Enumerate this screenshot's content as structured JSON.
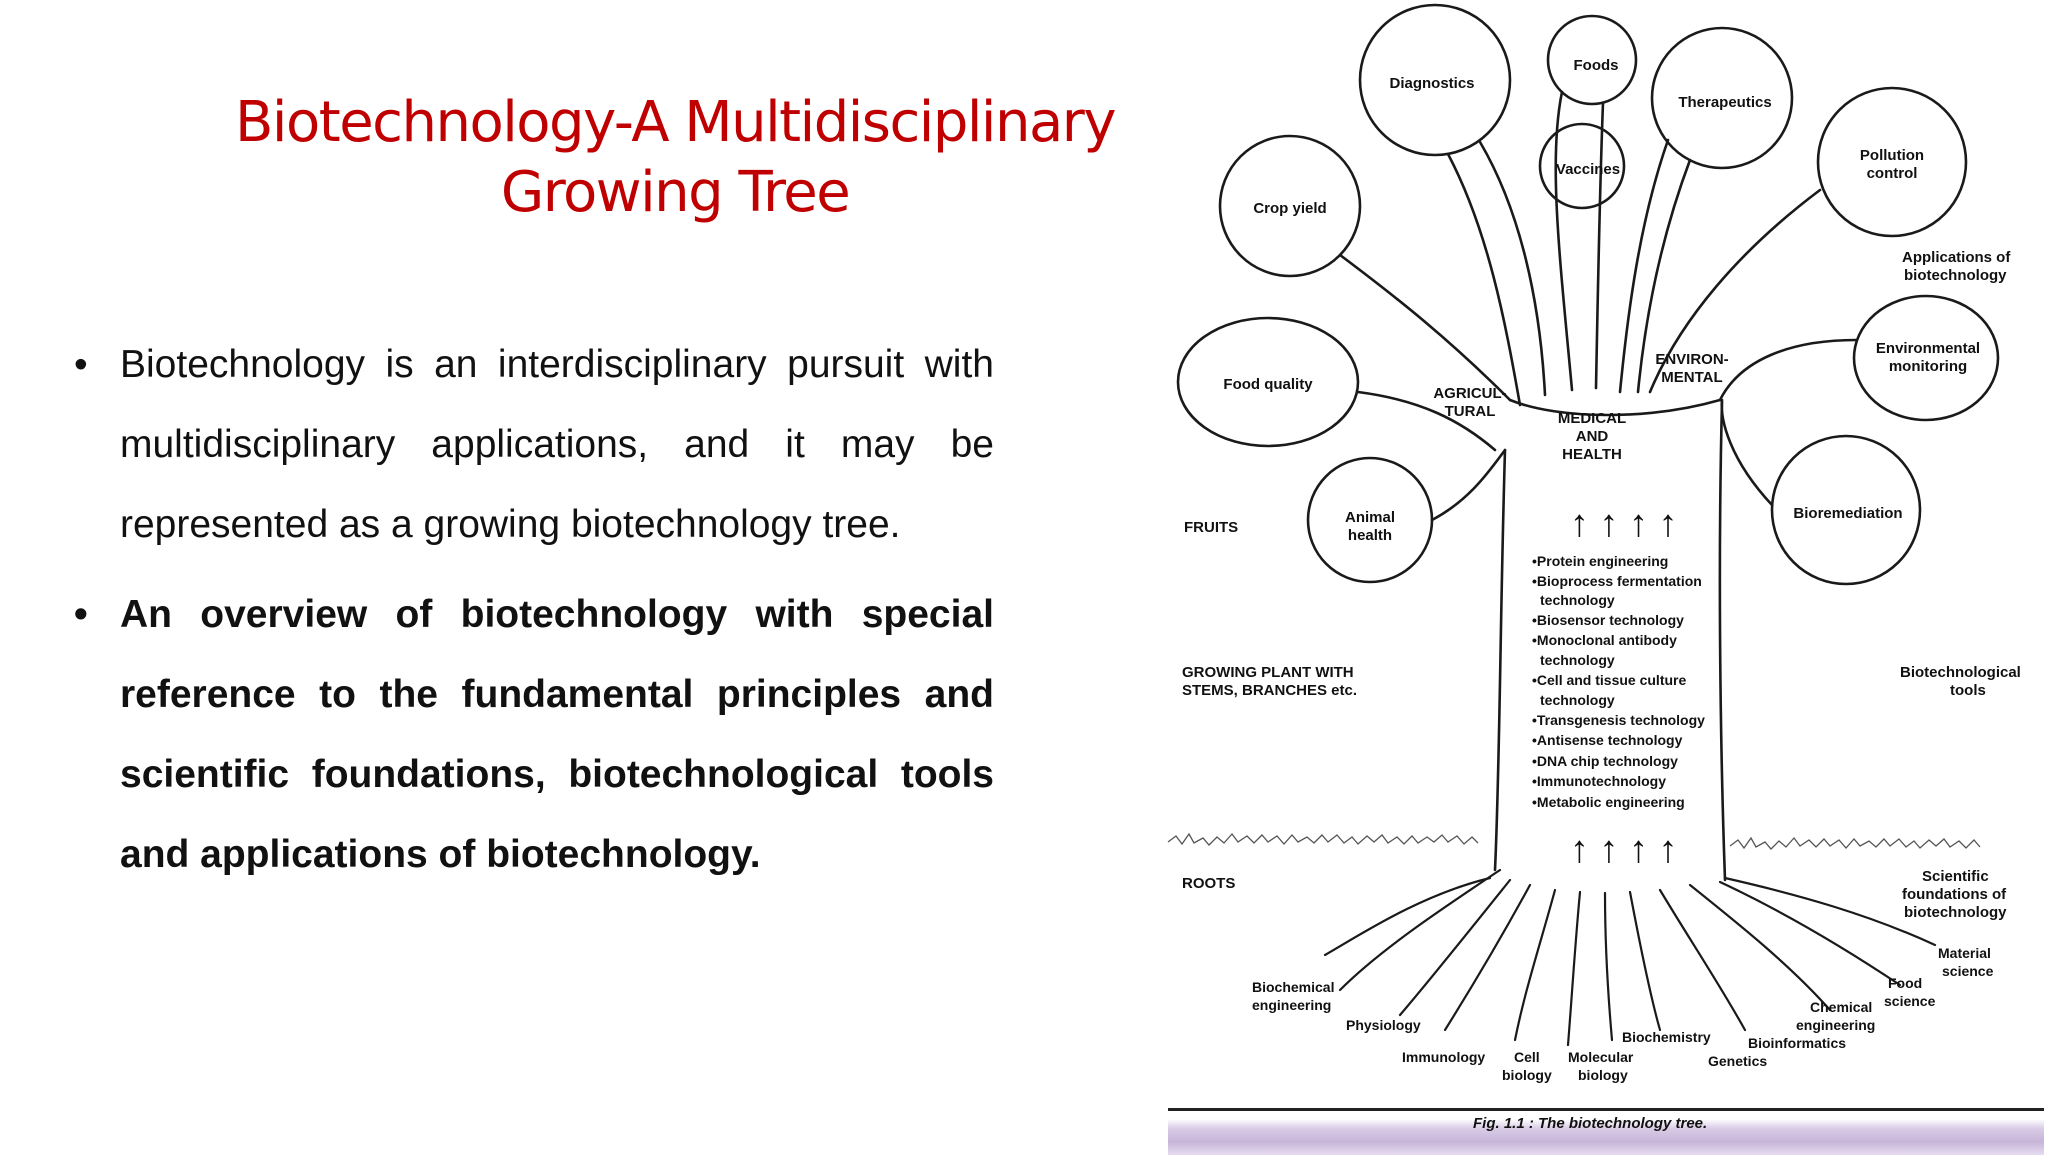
{
  "slide": {
    "title_line1": "Biotechnology-A Multidisciplinary",
    "title_line2": "Growing Tree",
    "bullets": [
      {
        "text": "Biotechnology is an interdisciplinary pursuit with multidisciplinary applications, and it may be represented as a growing biotechnology tree.",
        "bold": false
      },
      {
        "text": "An overview of biotechnology with special reference to the fundamental principles and scientific foundations, biotechnological tools and applications of biotechnology.",
        "bold": true
      }
    ],
    "bullet_symbol": "•"
  },
  "figure": {
    "caption": "Fig. 1.1 : The biotechnology tree.",
    "applications": [
      "Diagnostics",
      "Foods",
      "Therapeutics",
      "Vaccines",
      "Crop yield",
      "Pollution control",
      "Environmental monitoring",
      "Food quality",
      "Animal health",
      "Bioremediation"
    ],
    "application_lines": {
      "pollution_1": "Pollution",
      "pollution_2": "control",
      "env_1": "Environmental",
      "env_2": "monitoring",
      "animal_1": "Animal",
      "animal_2": "health"
    },
    "branches": {
      "agri_1": "AGRICUL-",
      "agri_2": "TURAL",
      "med_1": "MEDICAL",
      "med_2": "AND",
      "med_3": "HEALTH",
      "env_1": "ENVIRON-",
      "env_2": "MENTAL"
    },
    "side_labels": {
      "apps_1": "Applications of",
      "apps_2": "biotechnology",
      "fruits": "FRUITS",
      "plant_1": "GROWING PLANT WITH",
      "plant_2": "STEMS, BRANCHES etc.",
      "tools_1": "Biotechnological",
      "tools_2": "tools",
      "roots": "ROOTS",
      "sci_1": "Scientific",
      "sci_2": "foundations of",
      "sci_3": "biotechnology"
    },
    "tools_lines": [
      "•Protein engineering",
      "•Bioprocess fermentation",
      "technology",
      "•Biosensor technology",
      "•Monoclonal antibody",
      "technology",
      "•Cell and tissue culture",
      "technology",
      "•Transgenesis technology",
      "•Antisense technology",
      "•DNA chip technology",
      "•Immunotechnology",
      "•Metabolic engineering"
    ],
    "arrow_glyphs": "↑ ↑ ↑ ↑",
    "roots": {
      "biochem_1": "Biochemical",
      "biochem_2": "engineering",
      "physiology": "Physiology",
      "immunology": "Immunology",
      "cell_1": "Cell",
      "cell_2": "biology",
      "mol_1": "Molecular",
      "mol_2": "biology",
      "biochemistry": "Biochemistry",
      "genetics": "Genetics",
      "bioinformatics": "Bioinformatics",
      "chem_1": "Chemical",
      "chem_2": "engineering",
      "food_1": "Food",
      "food_2": "science",
      "mat_1": "Material",
      "mat_2": "science"
    }
  }
}
